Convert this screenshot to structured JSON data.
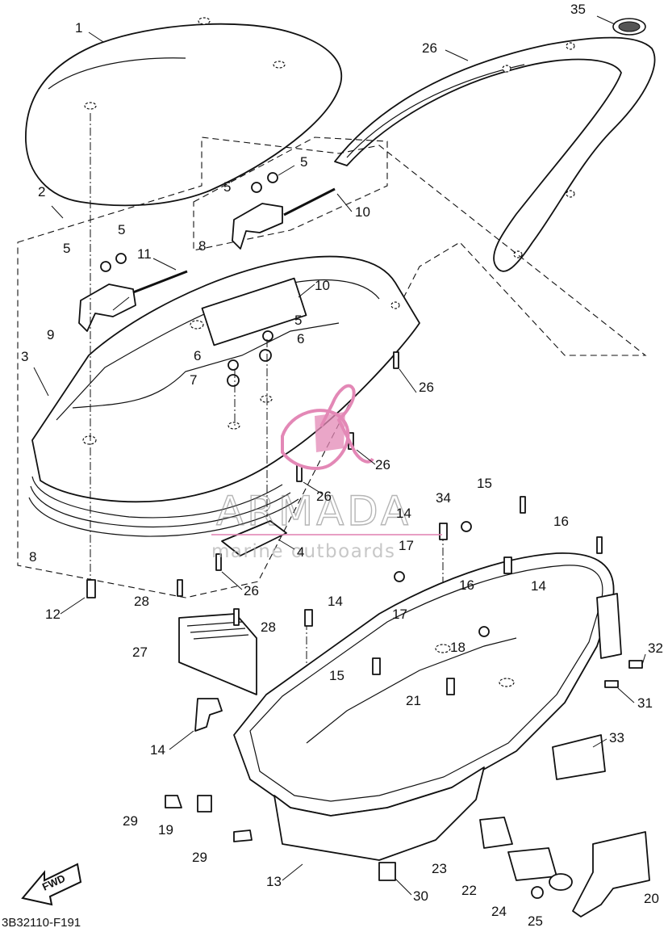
{
  "drawing_code": "3B32110-F191",
  "fwd_label": "FWD",
  "watermark": {
    "brand": "ARMADA",
    "tagline": "marine outboards",
    "logo_color": "#e388b6"
  },
  "callouts": [
    "1",
    "2",
    "3",
    "4",
    "5",
    "5",
    "5",
    "5",
    "5",
    "6",
    "6",
    "7",
    "8",
    "8",
    "9",
    "10",
    "10",
    "11",
    "12",
    "13",
    "14",
    "14",
    "14",
    "14",
    "15",
    "15",
    "16",
    "16",
    "17",
    "17",
    "18",
    "19",
    "20",
    "21",
    "22",
    "23",
    "24",
    "25",
    "26",
    "26",
    "26",
    "26",
    "26",
    "27",
    "28",
    "28",
    "29",
    "29",
    "30",
    "31",
    "32",
    "33",
    "34",
    "35"
  ]
}
